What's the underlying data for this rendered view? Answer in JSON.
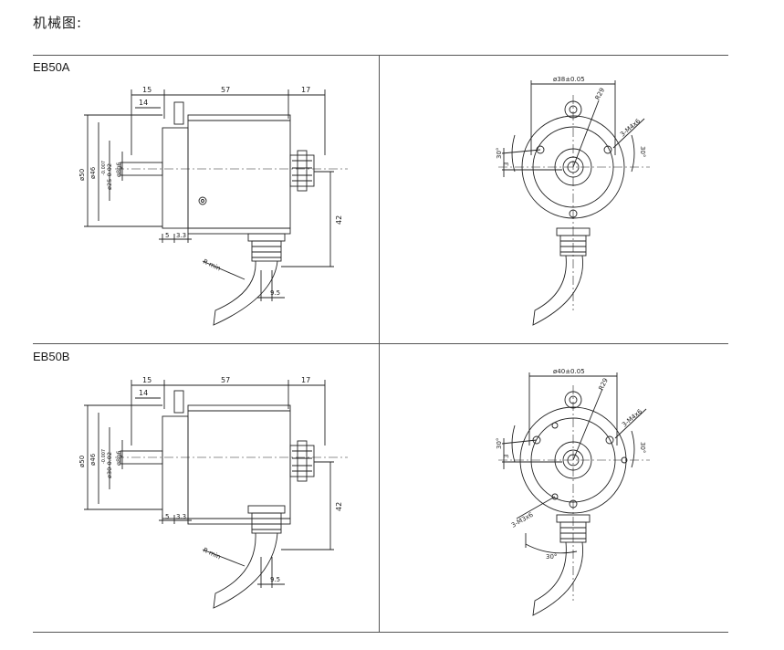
{
  "page": {
    "title": "机械图:"
  },
  "panels": {
    "a": {
      "label": "EB50A",
      "side": {
        "dim_15": "15",
        "dim_14": "14",
        "dim_57": "57",
        "dim_17": "17",
        "dim_50": "ø50",
        "dim_46": "ø46",
        "dim_shaft_tol": "ø25-0.02",
        "dim_shaft_tol_sup": "-0.007",
        "dim_bore": "ø8g6",
        "dim_5": "5",
        "dim_33": "3.3",
        "dim_42": "42",
        "dim_rmin": "R min",
        "dim_95": "9.5"
      },
      "front": {
        "dim_pcd": "ø38±0.05",
        "dim_r": "R29",
        "dim_holes": "3-M4x6",
        "dim_30a": "30°",
        "dim_30b": "30°",
        "dim_3": "3"
      }
    },
    "b": {
      "label": "EB50B",
      "side": {
        "dim_15": "15",
        "dim_14": "14",
        "dim_57": "57",
        "dim_17": "17",
        "dim_50": "ø50",
        "dim_46": "ø46",
        "dim_shaft_tol": "ø30-0.02",
        "dim_shaft_tol_sup": "-0.007",
        "dim_bore": "ø8g6",
        "dim_5": "5",
        "dim_33": "3.3",
        "dim_42": "42",
        "dim_rmin": "R min",
        "dim_95": "9.5"
      },
      "front": {
        "dim_pcd": "ø40±0.05",
        "dim_r": "R29",
        "dim_holes": "3-M4x6",
        "dim_holes2": "3-M3x6",
        "dim_30a": "30°",
        "dim_30b": "30°",
        "dim_30c": "30°",
        "dim_3": "3"
      }
    }
  }
}
